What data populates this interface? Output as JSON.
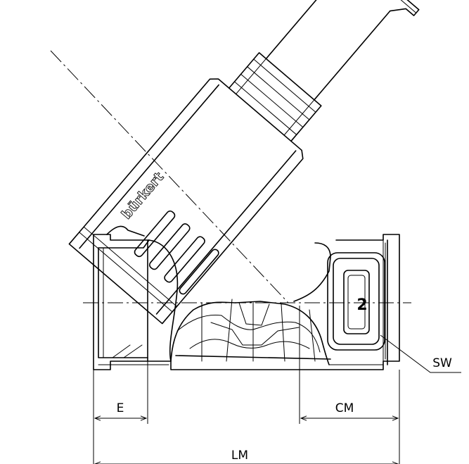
{
  "diagram": {
    "brand_text": "bürkert",
    "port_number": "2",
    "dimensions": {
      "e": "E",
      "cm": "CM",
      "lm": "LM",
      "sw": "SW"
    }
  }
}
